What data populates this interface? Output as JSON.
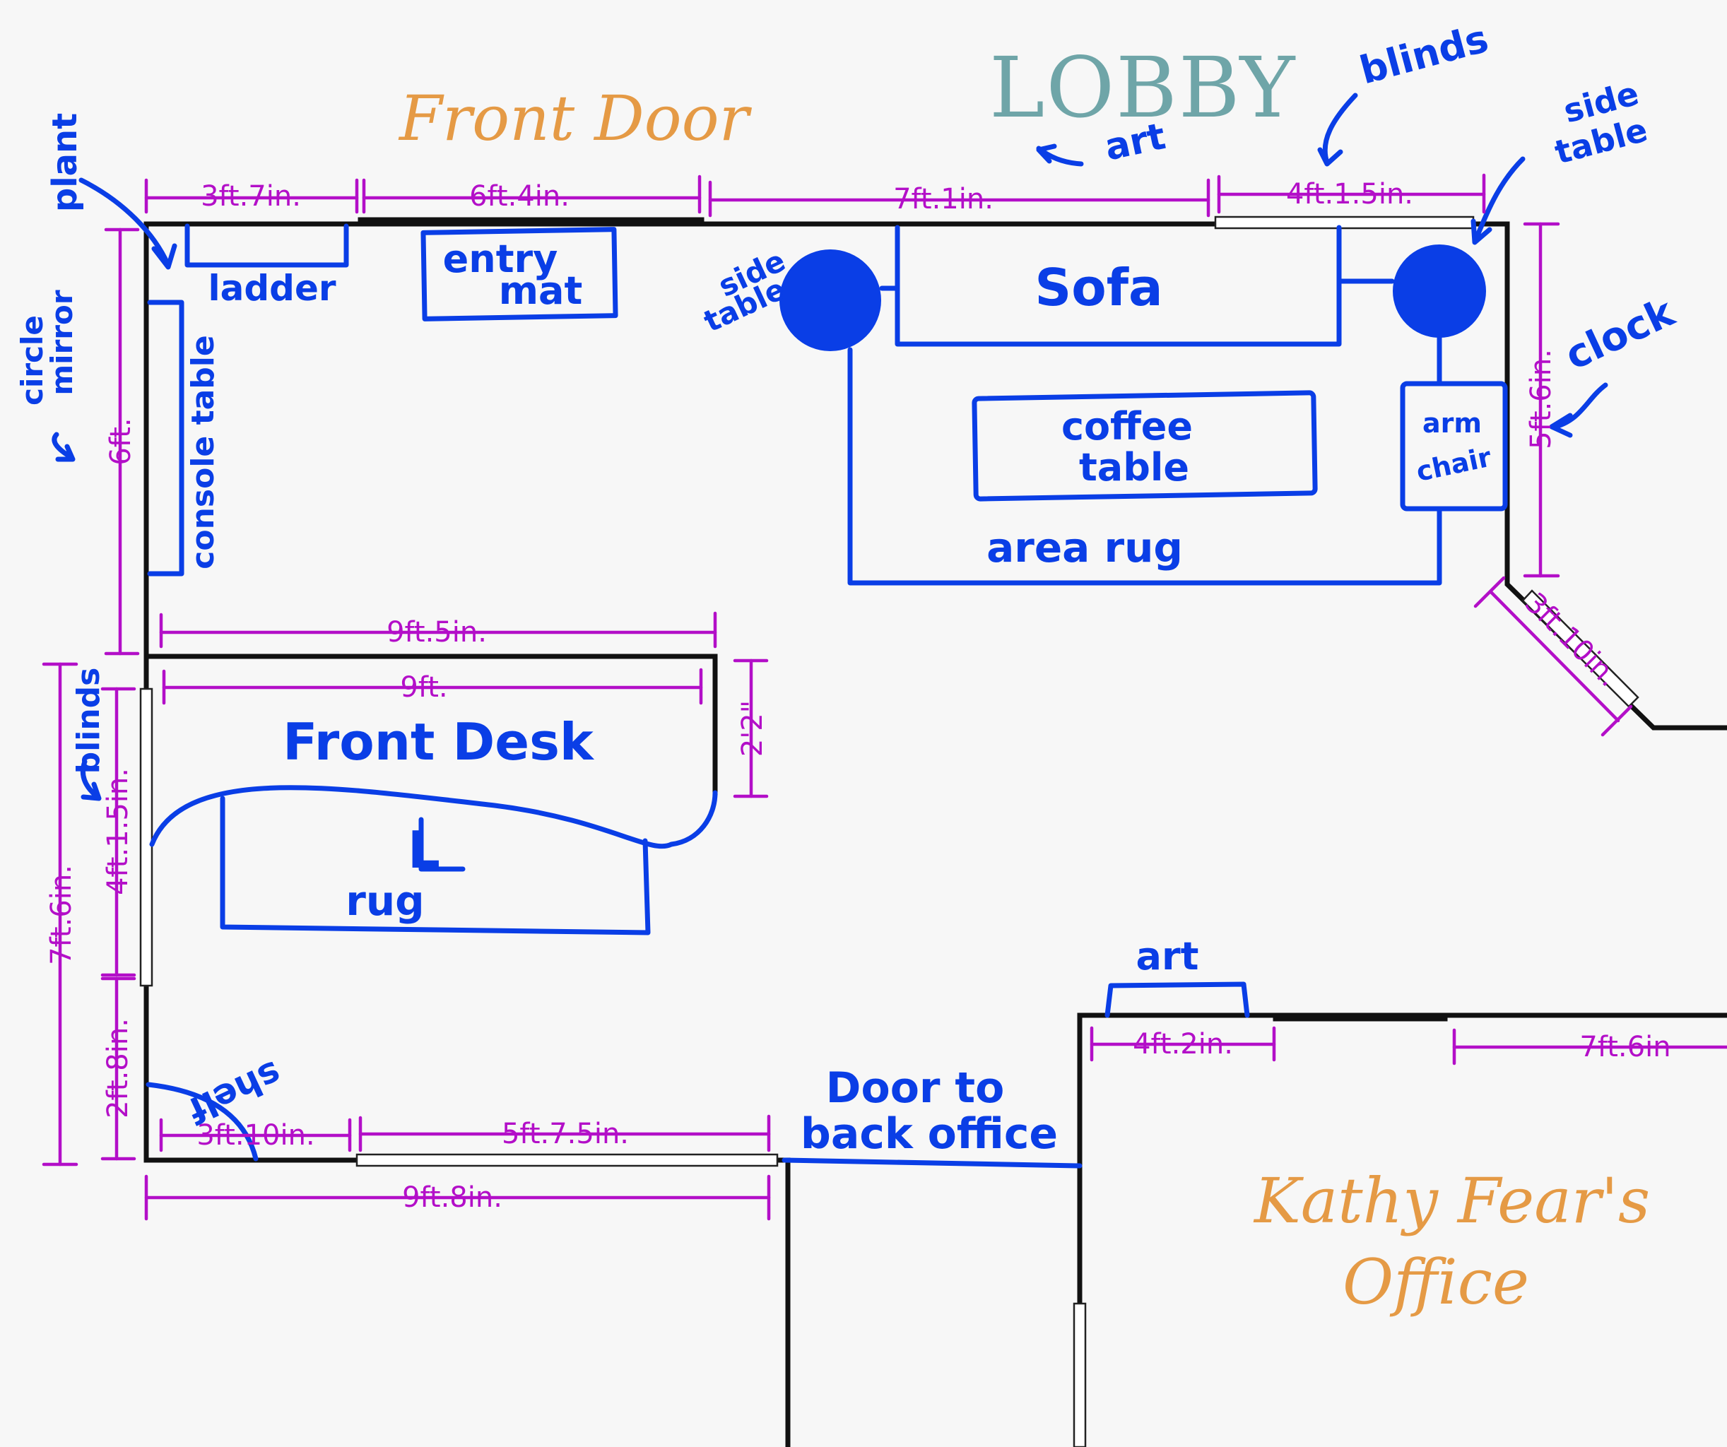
{
  "labels": {
    "title": "LOBBY",
    "front_door": "Front Door",
    "office_line1": "Kathy Fear's",
    "office_line2": "Office",
    "plant": "plant",
    "ladder": "ladder",
    "entry_mat_1": "entry",
    "entry_mat_2": "mat",
    "circle_mirror_1": "circle",
    "circle_mirror_2": "mirror",
    "console_table": "console table",
    "side_table_left_1": "side",
    "side_table_left_2": "table",
    "sofa": "Sofa",
    "art_top": "art",
    "blinds_top": "blinds",
    "side_table_right_1": "side",
    "side_table_right_2": "table",
    "coffee_table_1": "coffee",
    "coffee_table_2": "table",
    "arm_chair_1": "arm",
    "arm_chair_2": "chair",
    "area_rug": "area rug",
    "clock": "clock",
    "front_desk": "Front Desk",
    "desk_l": "L",
    "rug": "rug",
    "blinds_left": "blinds",
    "shelf": "shelf",
    "door_back_1": "Door to",
    "door_back_2": "back office",
    "art_bottom": "art"
  },
  "dimensions": {
    "d1": "3ft.7in.",
    "d2": "6ft.4in.",
    "d3": "7ft.1in.",
    "d4": "4ft.1.5in.",
    "d5": "6ft.",
    "d6": "5ft.6in.",
    "d7": "3ft.10in.",
    "d8": "9ft.5in.",
    "d9": "9ft.",
    "d10": "2'2\"",
    "d11": "7ft.6in.",
    "d12": "4ft.1.5in.",
    "d13": "2ft.8in.",
    "d14": "3ft.10in.",
    "d15": "5ft.7.5in.",
    "d16": "9ft.8in.",
    "d17": "4ft.2in.",
    "d18": "7ft.6in"
  },
  "colors": {
    "wall": "#111111",
    "furniture": "#0a3ee6",
    "dimension": "#b30fc8",
    "title": "#6fa5a8",
    "room_label": "#e59a45"
  }
}
